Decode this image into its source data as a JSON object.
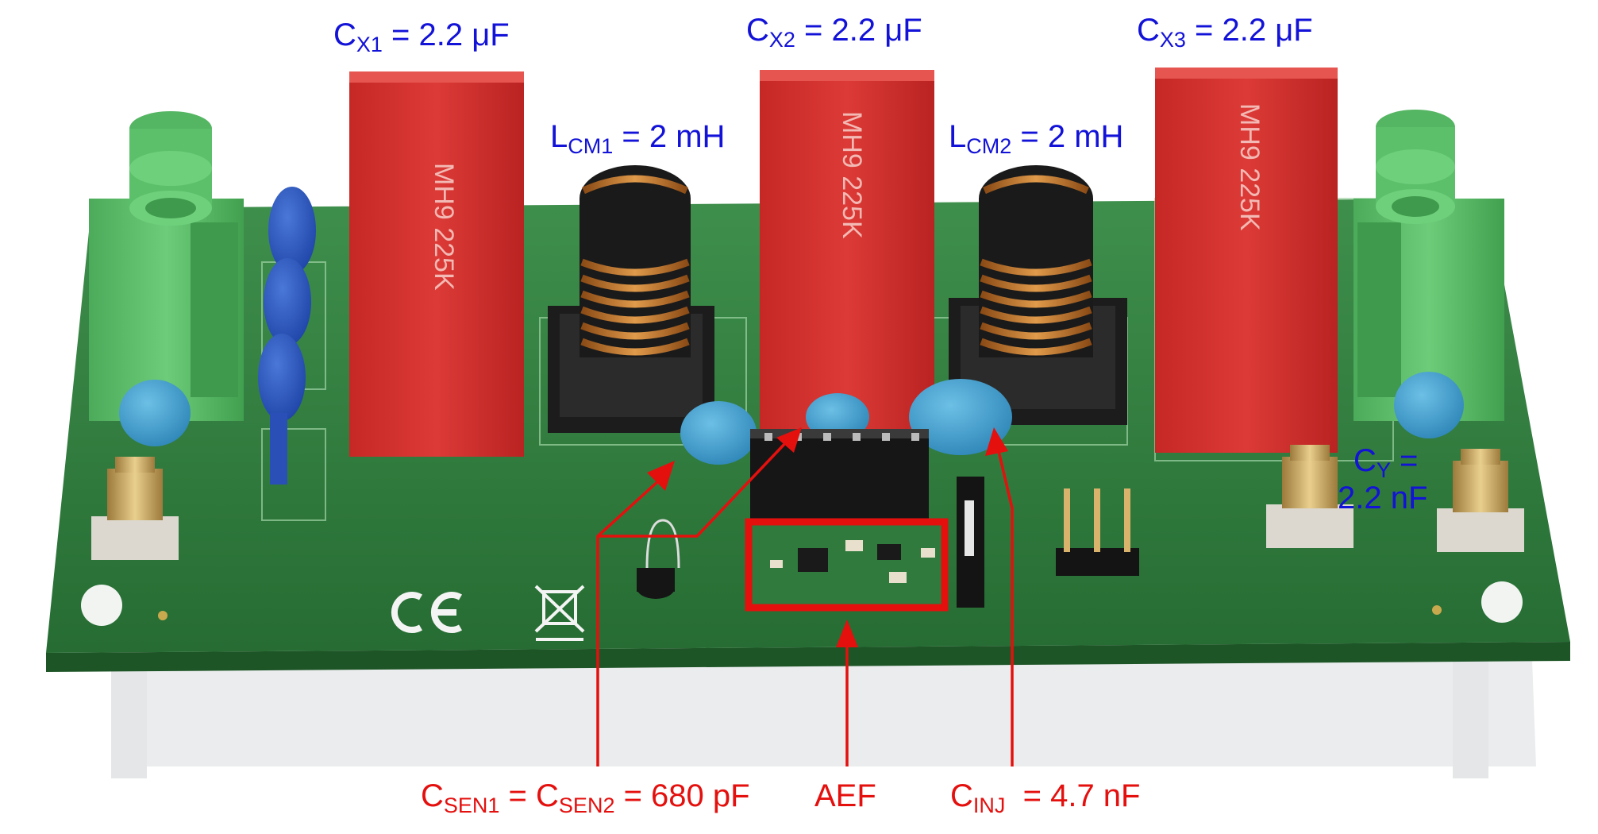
{
  "labels": {
    "cx1": {
      "base": "C",
      "sub": "X1",
      "rest": " = 2.2 μF"
    },
    "cx2": {
      "base": "C",
      "sub": "X2",
      "rest": " = 2.2 μF"
    },
    "cx3": {
      "base": "C",
      "sub": "X3",
      "rest": " = 2.2 μF"
    },
    "lcm1": {
      "base": "L",
      "sub": "CM1",
      "rest": " = 2 mH"
    },
    "lcm2": {
      "base": "L",
      "sub": "CM2",
      "rest": " = 2 mH"
    },
    "cy": {
      "base": "C",
      "sub": "Y",
      "rest": " =",
      "line2": "2.2 nF"
    },
    "csen": {
      "base1": "C",
      "sub1": "SEN1",
      "mid": " = C",
      "sub2": "SEN2",
      "rest": " = 680 pF"
    },
    "aef": {
      "text": "AEF"
    },
    "cinj": {
      "base": "C",
      "sub": "INJ",
      "rest": "  = 4.7 nF"
    }
  },
  "colors": {
    "annotation_blue": "#1212d8",
    "annotation_red": "#e4100e",
    "pcb_green": "#2f7d3e",
    "capacitor_red": "#d8312f",
    "ceramic_blue": "#3d9fcf",
    "terminal_green": "#5cbf6a",
    "copper": "#c8782c"
  }
}
